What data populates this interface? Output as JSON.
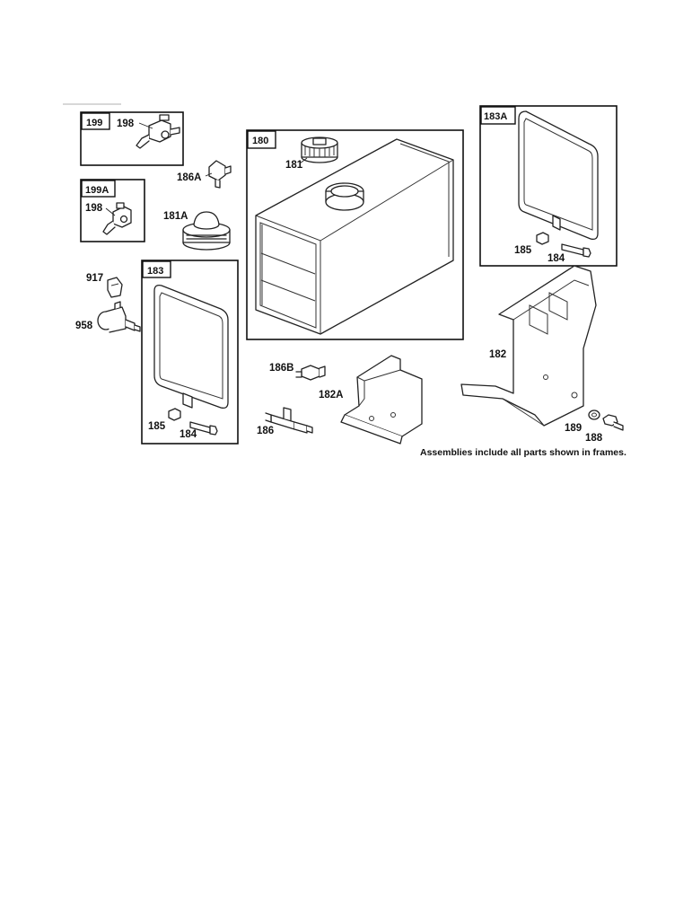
{
  "frames": [
    {
      "id": "199"
    },
    {
      "id": "199A"
    },
    {
      "id": "180"
    },
    {
      "id": "183A"
    },
    {
      "id": "183"
    }
  ],
  "labels": {
    "p198a": "198",
    "p198b": "198",
    "p186A": "186A",
    "p181": "181",
    "p181A": "181A",
    "p917": "917",
    "p958": "958",
    "p185a": "185",
    "p184a": "184",
    "p185b": "185",
    "p184b": "184",
    "p186B": "186B",
    "p182A": "182A",
    "p186": "186",
    "p182": "182",
    "p189": "189",
    "p188": "188"
  },
  "note": "Assemblies include all parts shown in frames."
}
